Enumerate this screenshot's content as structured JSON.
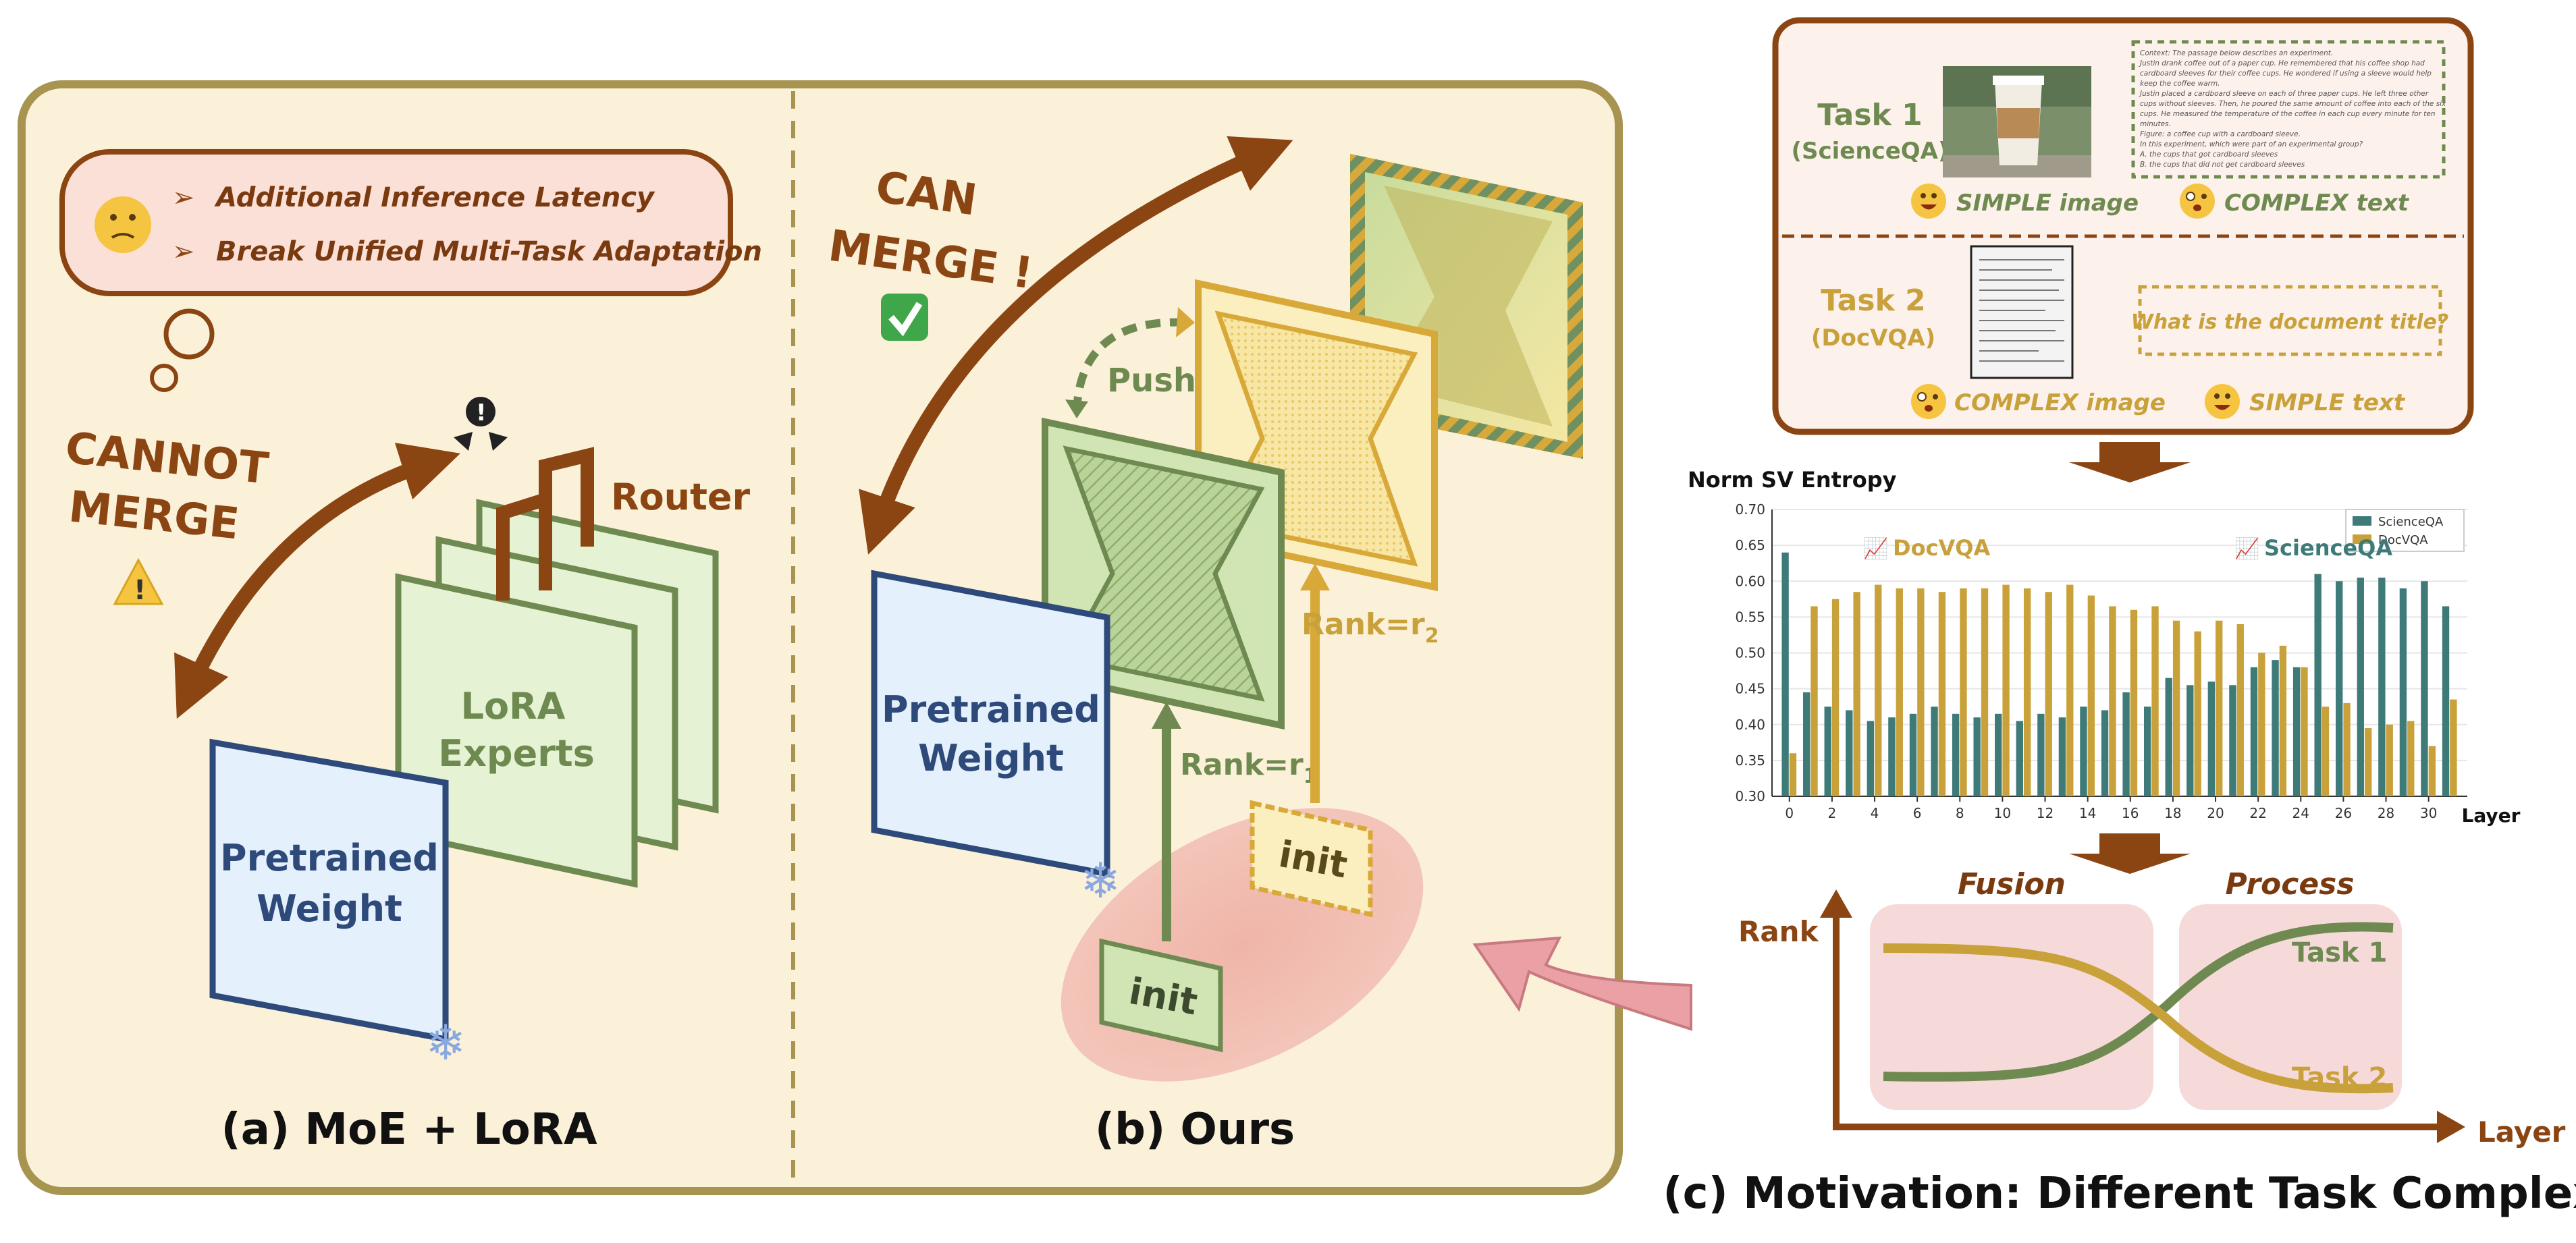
{
  "panel_a": {
    "bubble_lines": [
      "Additional Inference Latency",
      "Break Unified Multi-Task Adaptation"
    ],
    "cannot_merge": [
      "CANNOT",
      "MERGE"
    ],
    "router_label": "Router",
    "experts_label": [
      "LoRA",
      "Experts"
    ],
    "pretrained_label": [
      "Pretrained",
      "Weight"
    ],
    "caption": "(a) MoE + LoRA"
  },
  "panel_b": {
    "can_merge": [
      "CAN",
      "MERGE !"
    ],
    "push_label": "Push",
    "rank_r1": "Rank=r",
    "rank_r1_sub": "1",
    "rank_r2": "Rank=r",
    "rank_r2_sub": "2",
    "init_label": "init",
    "pretrained_label": [
      "Pretrained",
      "Weight"
    ],
    "caption": "(b) Ours"
  },
  "panel_c": {
    "task1": {
      "title": "Task 1",
      "dataset": "(ScienceQA)",
      "img_desc": "SIMPLE image",
      "text_desc": "COMPLEX text",
      "context_lines": [
        "Context: The passage below describes an experiment.",
        "Justin drank coffee out of a paper cup. He remembered that his coffee shop had",
        "cardboard sleeves for their coffee cups. He wondered if using a sleeve would help",
        "keep the coffee warm.",
        "Justin placed a cardboard sleeve on each of three paper cups. He left three other",
        "cups without sleeves. Then, he poured the same amount of coffee into each of the six",
        "cups. He measured the temperature of the coffee in each cup every minute for ten",
        "minutes.",
        "Figure: a coffee cup with a cardboard sleeve.",
        "In this experiment, which were part of an experimental group?",
        "A. the cups that got cardboard sleeves",
        "B. the cups that did not get cardboard sleeves"
      ]
    },
    "task2": {
      "title": "Task 2",
      "dataset": "(DocVQA)",
      "img_desc": "COMPLEX image",
      "text_desc": "SIMPLE text",
      "question": "What is the document title?"
    },
    "chart_title": "Norm SV Entropy",
    "fusion_label": "Fusion",
    "process_label": "Process",
    "rank_axis": "Rank",
    "layer_axis": "Layer",
    "curve_task1": "Task 1",
    "curve_task2": "Task 2",
    "caption": "(c) Motivation: Different Task Complexity"
  },
  "chart_data": {
    "type": "bar",
    "title": "Norm SV Entropy",
    "xlabel": "Layer",
    "ylabel": "",
    "ylim": [
      0.3,
      0.7
    ],
    "yticks": [
      0.3,
      0.35,
      0.4,
      0.45,
      0.5,
      0.55,
      0.6,
      0.65,
      0.7
    ],
    "xticks": [
      0,
      2,
      4,
      6,
      8,
      10,
      12,
      14,
      16,
      18,
      20,
      22,
      24,
      26,
      28,
      30
    ],
    "categories": [
      0,
      1,
      2,
      3,
      4,
      5,
      6,
      7,
      8,
      9,
      10,
      11,
      12,
      13,
      14,
      15,
      16,
      17,
      18,
      19,
      20,
      21,
      22,
      23,
      24,
      25,
      26,
      27,
      28,
      29,
      30,
      31
    ],
    "series": [
      {
        "name": "ScienceQA",
        "color": "#3d7a78",
        "values": [
          0.64,
          0.445,
          0.425,
          0.42,
          0.405,
          0.41,
          0.415,
          0.425,
          0.415,
          0.41,
          0.415,
          0.405,
          0.415,
          0.41,
          0.425,
          0.42,
          0.445,
          0.425,
          0.465,
          0.455,
          0.46,
          0.455,
          0.48,
          0.49,
          0.48,
          0.61,
          0.6,
          0.605,
          0.605,
          0.59,
          0.6,
          0.565
        ]
      },
      {
        "name": "DocVQA",
        "color": "#c9a13b",
        "values": [
          0.36,
          0.565,
          0.575,
          0.585,
          0.595,
          0.59,
          0.59,
          0.585,
          0.59,
          0.59,
          0.595,
          0.59,
          0.585,
          0.595,
          0.58,
          0.565,
          0.56,
          0.565,
          0.545,
          0.53,
          0.545,
          0.54,
          0.5,
          0.51,
          0.48,
          0.425,
          0.43,
          0.395,
          0.4,
          0.405,
          0.37,
          0.435
        ]
      }
    ],
    "legend": "top-right",
    "annotations": [
      "DocVQA",
      "ScienceQA"
    ]
  },
  "colors": {
    "brown": "#8b4513",
    "panel_bg": "#fbf1d9",
    "panel_border": "#a79450",
    "green": "#6e8a50",
    "yellow": "#d8a838",
    "blue": "#2e4a7a",
    "pink": "#f6d9d9"
  }
}
